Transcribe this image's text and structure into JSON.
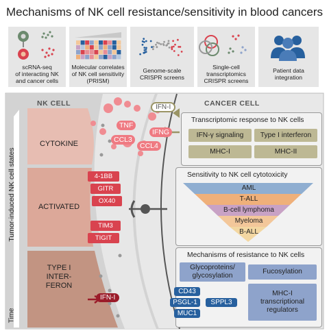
{
  "title": "Mechanisms of NK cell resistance/sensitivity in blood cancers",
  "panels": [
    {
      "icon": "scrna-seq-icon",
      "label_lines": [
        "scRNA-seq",
        "of interacting NK",
        "and cancer cells"
      ]
    },
    {
      "icon": "heatmap-icon",
      "label_lines": [
        "Molecular correlates",
        "of NK cell sensitivity",
        "(PRISM)"
      ]
    },
    {
      "icon": "crispr-screen-icon",
      "label_lines": [
        "Genome-scale",
        "CRISPR screens"
      ]
    },
    {
      "icon": "single-cell-crispr-icon",
      "label_lines": [
        "Single-cell",
        "transcriptomics",
        "CRISPR screens"
      ]
    },
    {
      "icon": "patients-icon",
      "label_lines": [
        "Patient data",
        "integration"
      ]
    }
  ],
  "nk": {
    "header": "NK CELL",
    "side_label": "Tumor-induced NK cell states",
    "time_label": "Time",
    "states": [
      {
        "lines": [
          "CYTOKINE"
        ]
      },
      {
        "lines": [
          "ACTIVATED"
        ]
      },
      {
        "lines": [
          "TYPE I",
          "INTER-",
          "FERON"
        ]
      }
    ],
    "cytokines": [
      "TNF",
      "IFNG",
      "CCL3",
      "CCL4"
    ],
    "receptors": [
      "4-1BB",
      "GITR",
      "OX40",
      "TIM3",
      "TIGIT"
    ],
    "ifn_bottom": "IFN-I"
  },
  "cancer": {
    "header": "CANCER CELL",
    "ifn_top": "IFN-I",
    "transcriptomic": {
      "title": "Transcriptomic response to NK cells",
      "items": [
        "IFN-γ signaling",
        "Type I interferon",
        "MHC-I",
        "MHC-II"
      ]
    },
    "sensitivity": {
      "title": "Sensitivity to NK cell cytotoxicity",
      "levels": [
        "AML",
        "T-ALL",
        "B-cell lymphoma",
        "Myeloma",
        "B-ALL"
      ]
    },
    "resistance": {
      "title": "Mechanisms of resistance to NK cells",
      "glyco_lines": [
        "Glycoproteins/",
        "glycosylation"
      ],
      "fucosylation": "Fucosylation",
      "mhc_lines": [
        "MHC-I",
        "transcriptional",
        "regulators"
      ],
      "genes": [
        "CD43",
        "PSGL-1",
        "MUC1",
        "SPPL3"
      ]
    }
  },
  "colors": {
    "nk_red": "#d9434f",
    "olive": "#bdb894",
    "blue": "#8ea3cb",
    "dark_blue": "#27609e",
    "aml": "#8faed1",
    "t_all": "#efb07a",
    "b_lymphoma": "#c8a2c5",
    "myeloma": "#f3c79a",
    "b_all": "#f3d7a2"
  }
}
